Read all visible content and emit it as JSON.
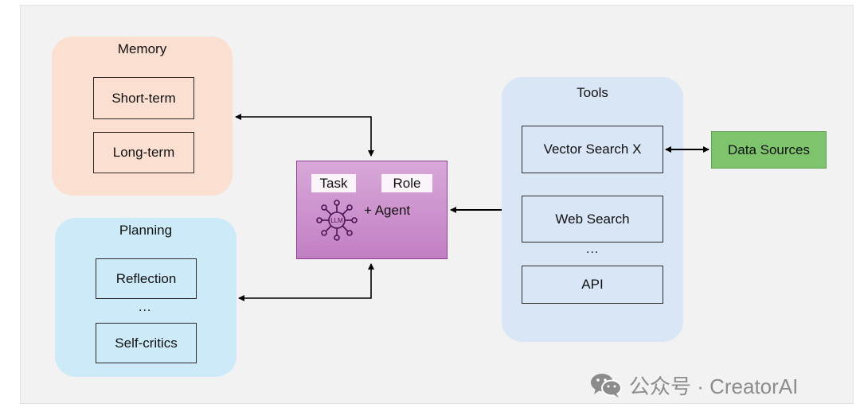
{
  "memory": {
    "title": "Memory",
    "items": [
      "Short-term",
      "Long-term"
    ]
  },
  "planning": {
    "title": "Planning",
    "items": [
      "Reflection",
      "Self-critics"
    ],
    "ellipsis": "..."
  },
  "agent": {
    "task_label": "Task",
    "role_label": "Role",
    "llm_icon_text": "LLM",
    "agent_label": "+ Agent",
    "icon": "llm-network-icon"
  },
  "tools": {
    "title": "Tools",
    "items": [
      "Vector Search X",
      "Web Search",
      "API"
    ],
    "ellipsis": "..."
  },
  "data_sources": {
    "label": "Data Sources"
  },
  "watermark": {
    "text": "公众号 · CreatorAI",
    "icon": "wechat-icon"
  },
  "colors": {
    "memory_bg": "#fbe0d1",
    "planning_bg": "#cdeaf8",
    "tools_bg": "#d8e6f5",
    "agent_bg": "#c98cca",
    "data_sources_bg": "#7ec46d"
  }
}
